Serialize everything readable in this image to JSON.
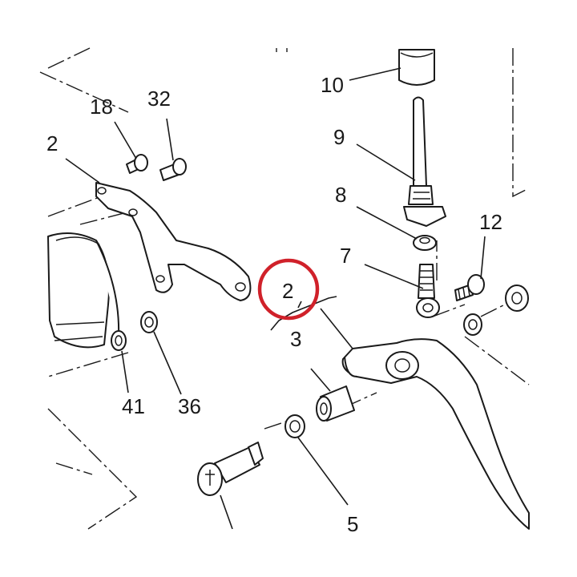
{
  "diagram": {
    "callouts": {
      "c18": "18",
      "c32": "32",
      "c2_left": "2",
      "c10": "10",
      "c9": "9",
      "c8": "8",
      "c12": "12",
      "c7": "7",
      "c2_center": "2",
      "c3": "3",
      "c41": "41",
      "c36": "36",
      "c5": "5"
    },
    "highlight": {
      "label": "2",
      "color": "#d0212a"
    }
  }
}
